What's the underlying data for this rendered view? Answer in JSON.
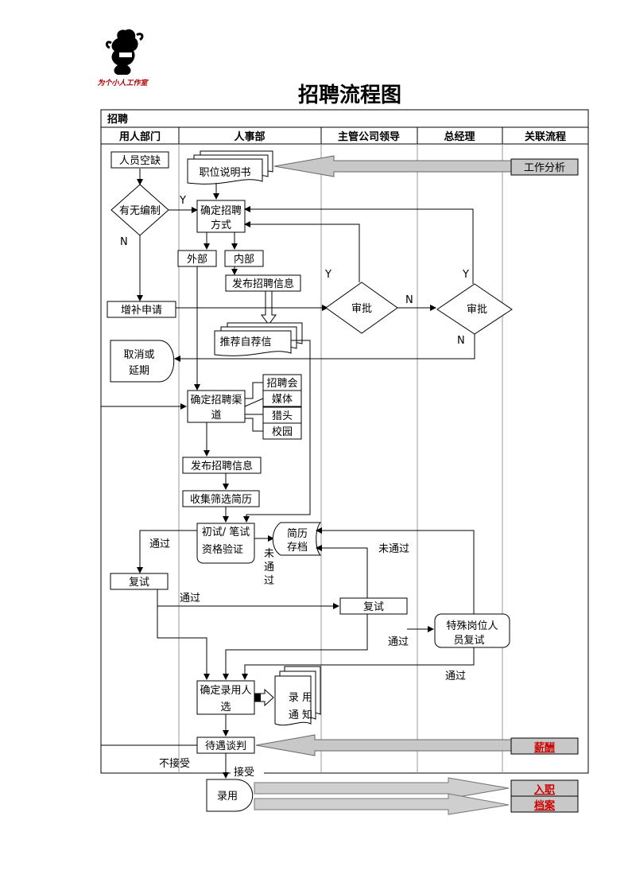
{
  "logo": {
    "text": "为个小人工作室"
  },
  "title": "招聘流程图",
  "table": {
    "section_label": "招聘",
    "columns": [
      "用人部门",
      "人事部",
      "主管公司领导",
      "总经理",
      "关联流程"
    ]
  },
  "nodes": {
    "staff_vacancy": "人员空缺",
    "job_description": "职位说明书",
    "job_analysis": "工作分析",
    "establishment_check": "有无编制",
    "decide_method_1": "确定招聘",
    "decide_method_2": "方式",
    "external": "外部",
    "internal": "内部",
    "publish_info_internal": "发布招聘信息",
    "supplement_request": "增补申请",
    "approve_leader": "审批",
    "approve_gm": "审批",
    "recommend_self": "推荐自荐信",
    "cancel_1": "取消或",
    "cancel_2": "延期",
    "channel_1": "确定招聘渠",
    "channel_2": "道",
    "ch_fair": "招聘会",
    "ch_media": "媒体",
    "ch_headhunter": "猎头",
    "ch_campus": "校园",
    "publish_info": "发布招聘信息",
    "collect_resume": "收集筛选简历",
    "first_test_1": "初试/ 笔试",
    "first_test_2": "资格验证",
    "resume_archive_1": "简历",
    "resume_archive_2": "存档",
    "second_test_dept": "复试",
    "second_test_leader": "复试",
    "special_1": "特殊岗位人",
    "special_2": "员复试",
    "decide_hire_1": "确定录用人",
    "decide_hire_2": "选",
    "offer_1": "录  用",
    "offer_2": "通  知",
    "salary_negotiation": "待遇谈判",
    "salary": "薪酬",
    "hire": "录用",
    "onboard": "入职",
    "archive": "档案"
  },
  "labels": {
    "y1": "Y",
    "n1": "N",
    "y2": "Y",
    "n2": "N",
    "y3": "Y",
    "n3": "N",
    "pass1": "通过",
    "fail1_a": "未",
    "fail1_b": "通",
    "fail1_c": "过",
    "fail2": "未通过",
    "pass2": "通过",
    "pass3": "通过",
    "pass4": "通过",
    "reject": "不接受",
    "accept": "接受"
  },
  "colors": {
    "link_red": "#cc0000",
    "logo_red": "#b00000",
    "arrow_gray": "#c8c8c8",
    "grid_gray": "#999999"
  }
}
